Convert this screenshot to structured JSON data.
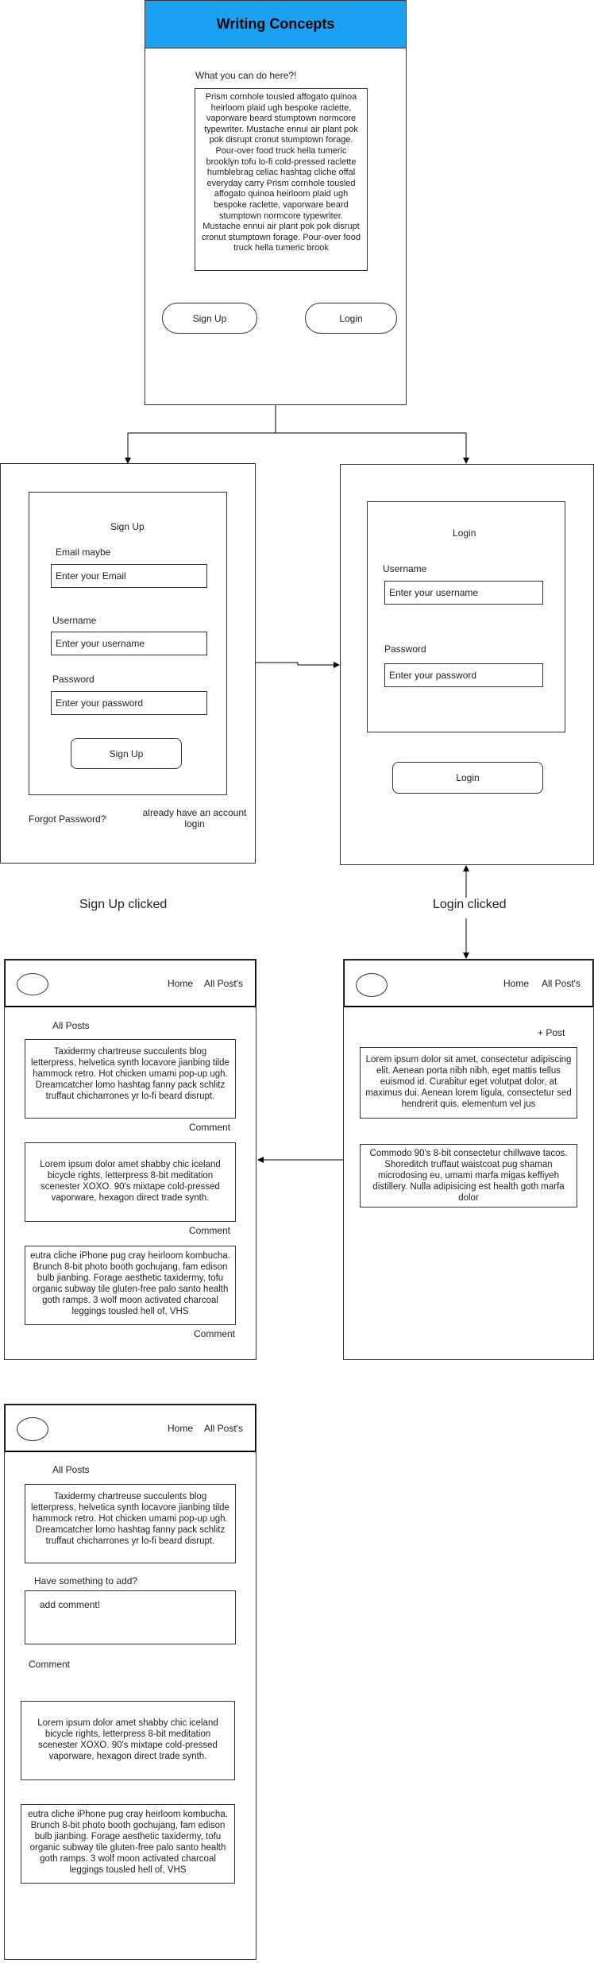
{
  "home": {
    "title": "Writing Concepts",
    "subtitle": "What you can do here?!",
    "description": "Prism cornhole tousled affogato quinoa heirloom plaid ugh bespoke raclette, vaporware beard stumptown normcore typewriter. Mustache ennui air plant pok pok disrupt cronut stumptown forage. Pour-over food truck hella tumeric brooklyn tofu lo-fi cold-pressed raclette humblebrag celiac hashtag cliche offal everyday carry Prism cornhole tousled affogato quinoa heirloom plaid ugh bespoke raclette, vaporware beard stumptown normcore typewriter. Mustache ennui air plant pok pok disrupt cronut stumptown forage. Pour-over food truck hella tumeric brook",
    "signup_button": "Sign Up",
    "login_button": "Login",
    "header_color": "#1ba1f2"
  },
  "signup": {
    "title": "Sign Up",
    "email_label": "Email maybe",
    "email_placeholder": "Enter your Email",
    "username_label": "Username",
    "username_placeholder": "Enter your username",
    "password_label": "Password",
    "password_placeholder": "Enter your password",
    "submit_button": "Sign Up",
    "forgot_password": "Forgot Password?",
    "have_account": "already have an account login"
  },
  "login": {
    "title": "Login",
    "username_label": "Username",
    "username_placeholder": "Enter your username",
    "password_label": "Password",
    "password_placeholder": "Enter your password",
    "submit_button": "Login"
  },
  "captions": {
    "signup_clicked": "Sign Up clicked",
    "login_clicked": "Login clicked"
  },
  "posts_page": {
    "nav": {
      "home": "Home",
      "all_posts": "All Post's"
    },
    "heading": "All Posts",
    "comment_label": "Comment",
    "posts": [
      {
        "text": "Taxidermy chartreuse succulents blog letterpress, helvetica synth locavore jianbing tilde hammock retro. Hot chicken umami pop-up ugh. Dreamcatcher lomo hashtag fanny pack schlitz truffaut chicharrones yr lo-fi beard disrupt."
      },
      {
        "text": "Lorem ipsum dolor amet shabby chic iceland bicycle rights, letterpress 8-bit meditation scenester XOXO. 90's mixtape cold-pressed vaporware, hexagon direct trade synth."
      },
      {
        "text": "eutra cliche iPhone pug cray heirloom kombucha. Brunch 8-bit photo booth gochujang, fam edison bulb jianbing. Forage aesthetic taxidermy, tofu organic subway tile gluten-free palo santo health goth ramps. 3 wolf moon activated charcoal leggings tousled hell of, VHS"
      }
    ]
  },
  "my_posts_page": {
    "nav": {
      "home": "Home",
      "all_posts": "All Post's"
    },
    "add_post": "+ Post",
    "posts": [
      {
        "text": "Lorem ipsum dolor sit amet, consectetur adipiscing elit. Aenean porta nibh nibh, eget mattis tellus euismod id. Curabitur eget volutpat dolor, at maximus dui. Aenean lorem ligula, consectetur sed hendrerit quis, elementum vel jus"
      },
      {
        "text": "Commodo 90's 8-bit consectetur chillwave tacos. Shoreditch truffaut waistcoat pug shaman microdosing eu, umami marfa migas keffiyeh distillery. Nulla adipisicing est health goth marfa dolor"
      }
    ]
  },
  "post_detail": {
    "nav": {
      "home": "Home",
      "all_posts": "All Post's"
    },
    "heading": "All Posts",
    "post_text": "Taxidermy chartreuse succulents blog letterpress, helvetica synth locavore jianbing tilde hammock retro. Hot chicken umami pop-up ugh. Dreamcatcher lomo hashtag fanny pack schlitz truffaut chicharrones yr lo-fi beard disrupt.",
    "add_prompt": "Have something to add?",
    "comment_placeholder": "add comment!",
    "comment_label": "Comment",
    "comments": [
      {
        "text": "Lorem ipsum dolor amet shabby chic iceland bicycle rights, letterpress 8-bit meditation scenester XOXO. 90's mixtape cold-pressed vaporware, hexagon direct trade synth."
      },
      {
        "text": "eutra cliche iPhone pug cray heirloom kombucha. Brunch 8-bit photo booth gochujang, fam edison bulb jianbing. Forage aesthetic taxidermy, tofu organic subway tile gluten-free palo santo health goth ramps. 3 wolf moon activated charcoal leggings tousled hell of, VHS"
      }
    ]
  }
}
